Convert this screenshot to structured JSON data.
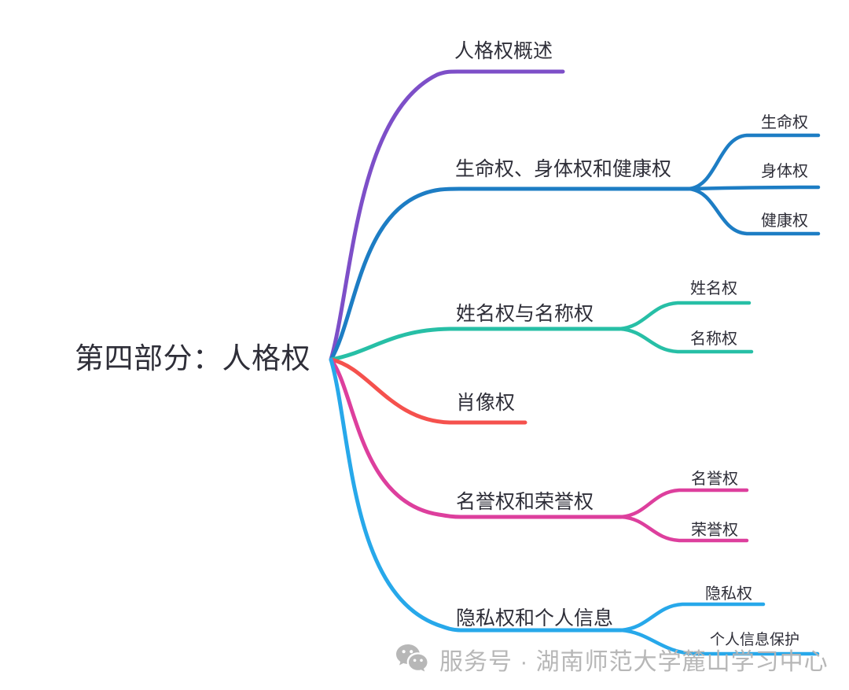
{
  "root": {
    "label": "第四部分：人格权",
    "text_color": "#2e2e38"
  },
  "branches": [
    {
      "id": "overview",
      "label": "人格权概述",
      "color": "#7d4fc8",
      "children": []
    },
    {
      "id": "life-body-health",
      "label": "生命权、身体权和健康权",
      "color": "#1d7dc4",
      "children": [
        {
          "label": "生命权"
        },
        {
          "label": "身体权"
        },
        {
          "label": "健康权"
        }
      ]
    },
    {
      "id": "name-rights",
      "label": "姓名权与名称权",
      "color": "#27bfa6",
      "children": [
        {
          "label": "姓名权"
        },
        {
          "label": "名称权"
        }
      ]
    },
    {
      "id": "portrait",
      "label": "肖像权",
      "color": "#f5514d",
      "children": []
    },
    {
      "id": "reputation-honor",
      "label": "名誉权和荣誉权",
      "color": "#dd3f9d",
      "children": [
        {
          "label": "名誉权"
        },
        {
          "label": "荣誉权"
        }
      ]
    },
    {
      "id": "privacy-info",
      "label": "隐私权和个人信息",
      "color": "#27a8ea",
      "children": [
        {
          "label": "隐私权"
        },
        {
          "label": "个人信息保护"
        }
      ]
    }
  ],
  "watermark": {
    "icon": "wechat-icon",
    "text": "服务号 · 湖南师范大学麓山学习中心",
    "color": "#b5b5b5"
  }
}
